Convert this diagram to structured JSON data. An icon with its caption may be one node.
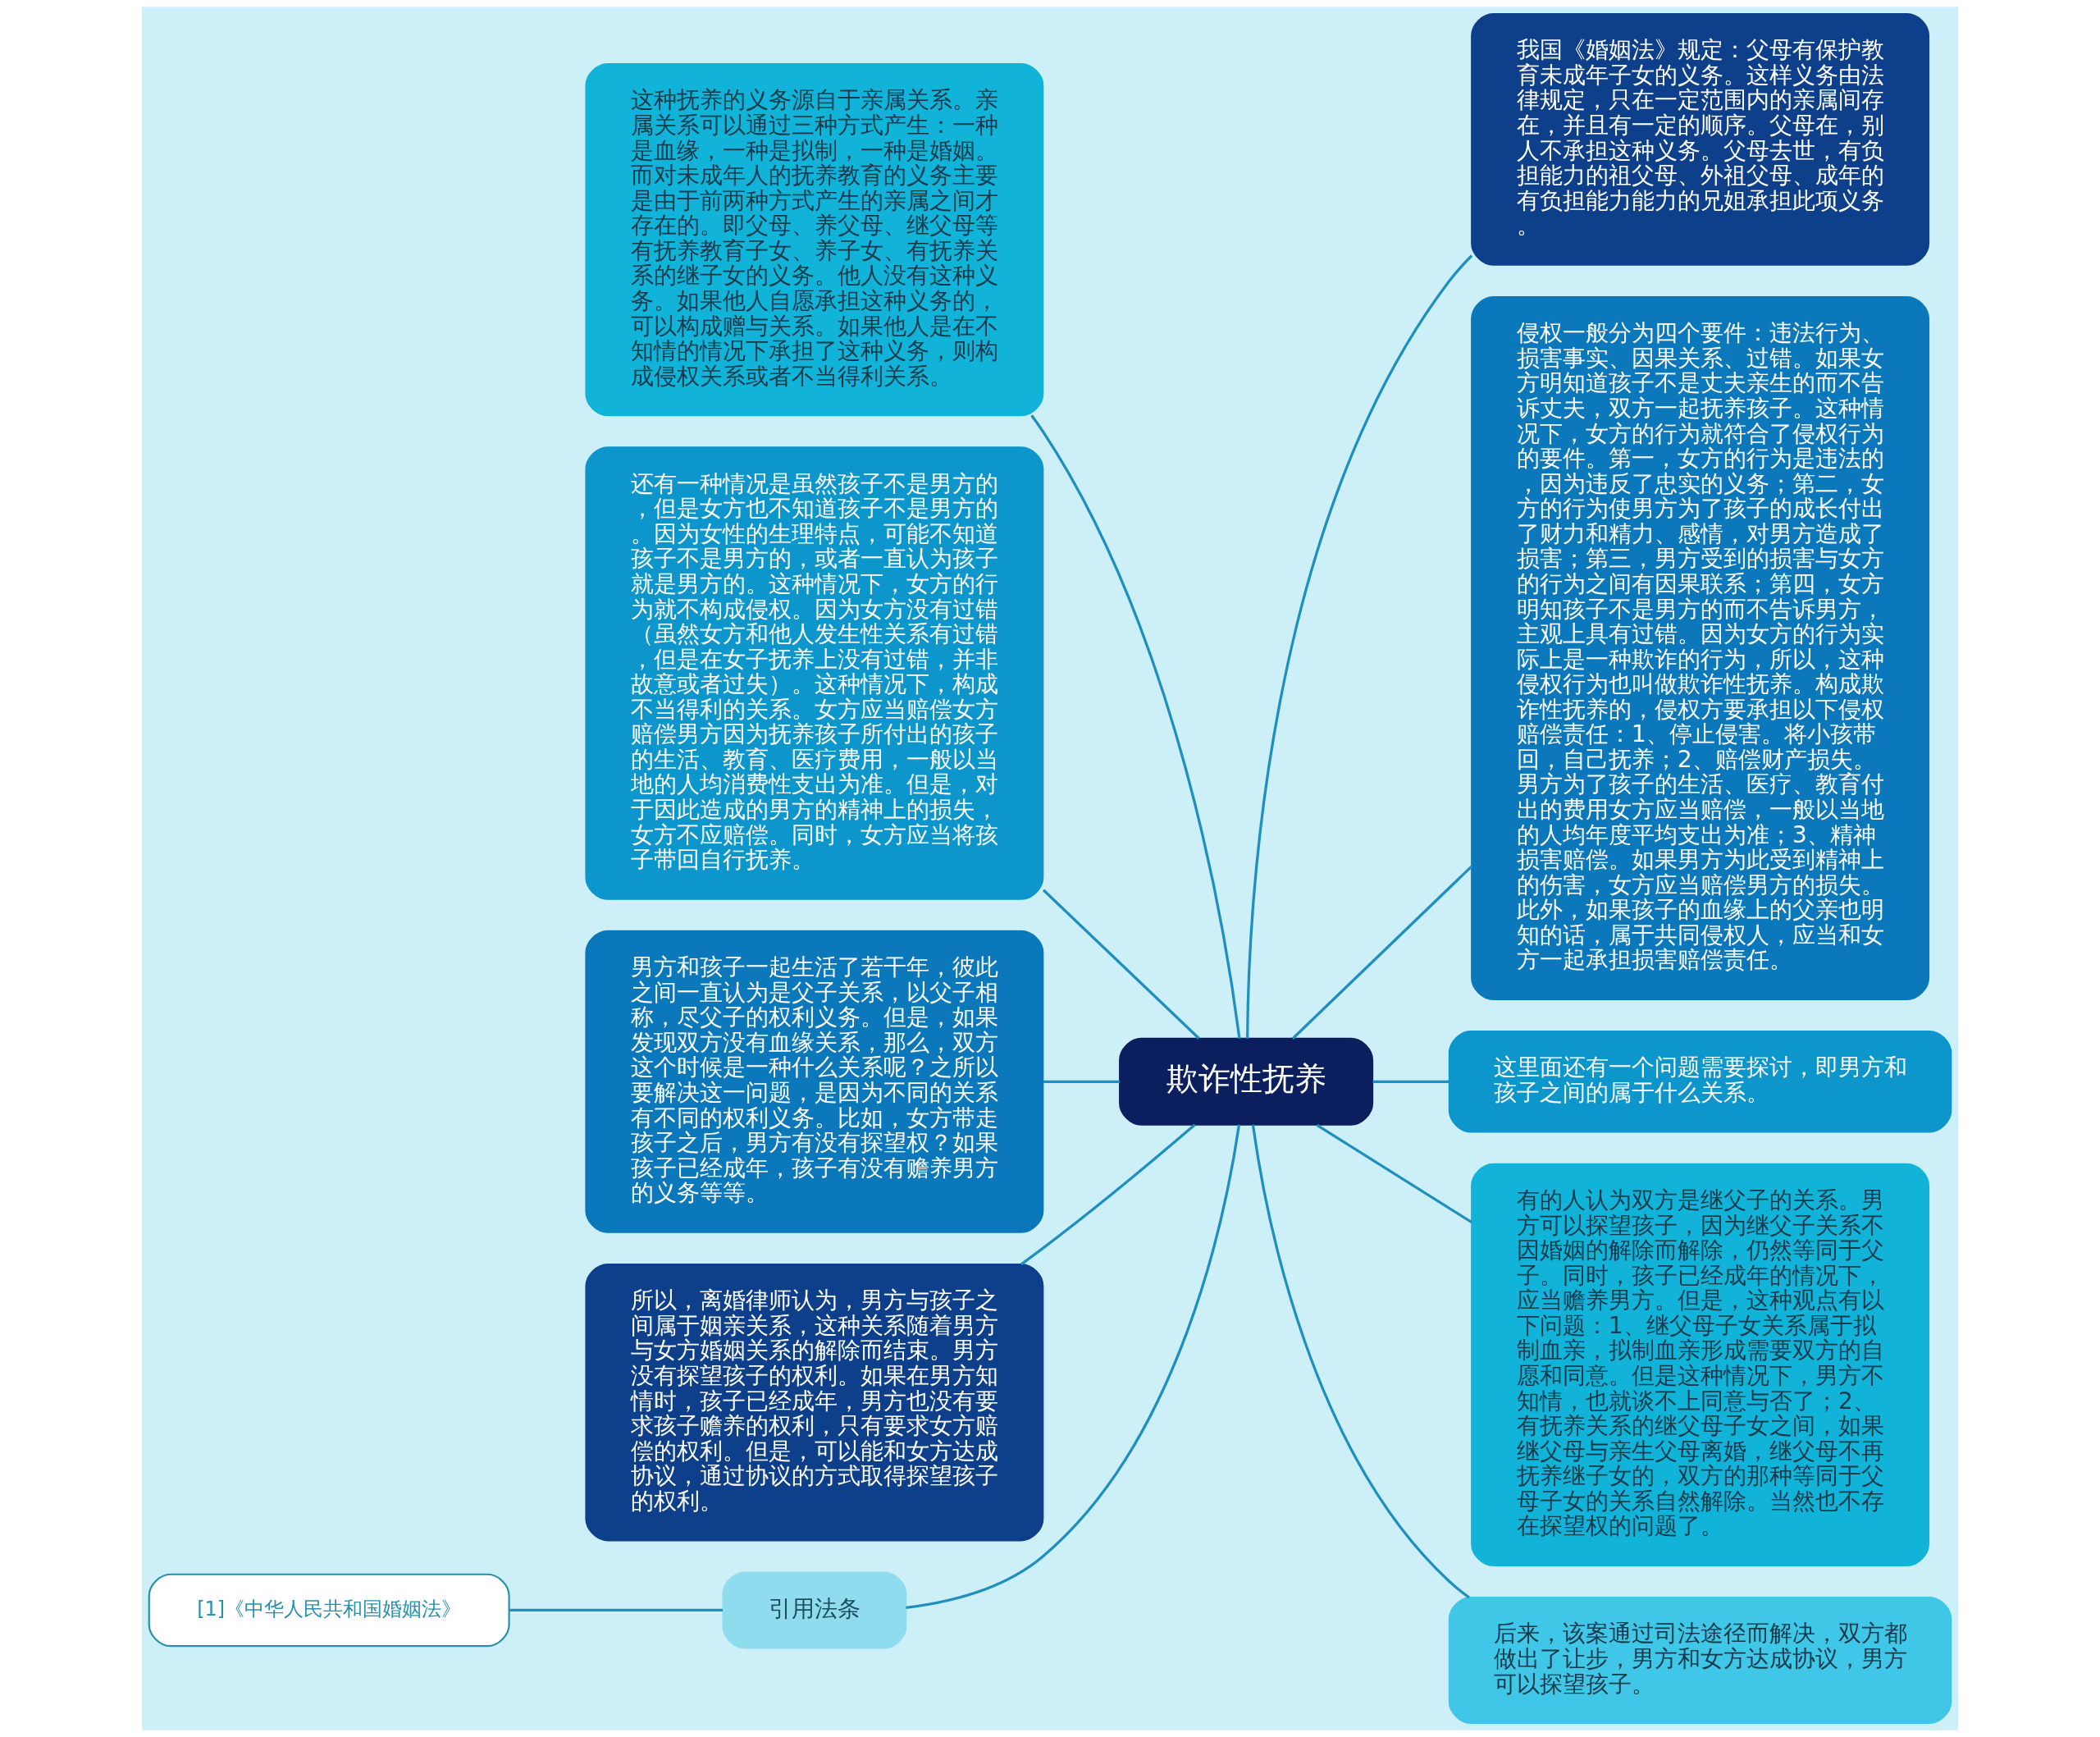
{
  "diagram": {
    "nodes": [
      {
        "text": [
          "欺诈性抚养"
        ]
      },
      {
        "text": [
          "这种抚养的义务源自于亲属关系。亲属关系可以通过三种方式产生：一种是血缘，一种是拟制，一种是婚姻。而对未成年人的抚养教育的义务主要是由于前两种方式产生的亲属之间才存在的。即父母、养父母、继父母等有抚养教育子女、养子女、有抚养关系的继子女的义务。他人没有这种义务。如果他人自愿承担这种义务的，可以构成赠与关系。如果他人是在不知情的情况下承担了这种义务，则构成侵权关系或者不当得利关系。"
        ]
      },
      {
        "text": [
          "还有一种情况是虽然孩子不是男方的，但是女方也不知道孩子不是男方的。因为女性的生理特点，可能不知道孩子不是男方的，或者一直认为孩子就是男方的。这种情况下，女方的行为就不构成侵权。因为女方没有过错（虽然女方和他人发生性关系有过错，但是在女子抚养上没有过错，并非故意或者过失）。这种情况下，构成不当得利的关系。女方应当赔偿女方赔偿男方因为抚养孩子所付出的孩子的生活、教育、医疗费用，一般以当地的人均消费性支出为准。但是，对于因此造成的男方的精神上的损失，女方不应赔偿。同时，女方应当将孩子带回自行抚养。"
        ]
      },
      {
        "text": [
          "男方和孩子一起生活了若干年，彼此之间一直认为是父子关系，以父子相称，尽父子的权利义务。但是，如果发现双方没有血缘关系，那么，双方这个时候是一种什么关系呢？之所以要解决这一问题，是因为不同的关系有不同的权利义务。比如，女方带走孩子之后，男方有没有探望权？如果孩子已经成年，孩子有没有赡养男方的义务等等。"
        ]
      },
      {
        "text": [
          "所以，离婚律师认为，男方与孩子之间属于姻亲关系，这种关系随着男方与女方婚姻关系的解除而结束。男方没有探望孩子的权利。如果在男方知情时，孩子已经成年，男方也没有要求孩子赡养的权利，只有要求女方赔偿的权利。但是，可以能和女方达成协议，通过协议的方式取得探望孩子的权利。"
        ]
      },
      {
        "text": [
          "引用法条"
        ]
      },
      {
        "text": [
          "[1]《中华人民共和国婚姻法》"
        ]
      },
      {
        "text": [
          "我国《婚姻法》规定：父母有保护教育未成年子女的义务。这样义务由法律规定，只在一定范围内的亲属间存在，并且有一定的顺序。父母在，别人不承担这种义务。父母去世，有负担能力的祖父母、外祖父母、成年的有负担能力能力的兄姐承担此项义务。"
        ]
      },
      {
        "text": [
          "侵权一般分为四个要件：违法行为、损害事实、因果关系、过错。如果女方明知道孩子不是丈夫亲生的而不告诉丈夫，双方一起抚养孩子。这种情况下，女方的行为就符合了侵权行为的要件。第一，女方的行为是违法的，因为违反了忠实的义务；第二，女方的行为使男方为了孩子的成长付出了财力和精力、感情，对男方造成了损害；第三，男方受到的损害与女方的行为之间有因果联系；第四，女方明知孩子不是男方的而不告诉男方，主观上具有过错。因为女方的行为实际上是一种欺诈的行为，所以，这种侵权行为也叫做欺诈性抚养。构成欺诈性抚养的，侵权方要承担以下侵权赔偿责任：1、停止侵害。将小孩带回，自己抚养；2、赔偿财产损失。男方为了孩子的生活、医疗、教育付出的费用女方应当赔偿，一般以当地的人均年度平均支出为准；3、精神损害赔偿。如果男方为此受到精神上的伤害，女方应当赔偿男方的损失。此外，如果孩子的血缘上的父亲也明知的话，属于共同侵权人，应当和女方一起承担损害赔偿责任。"
        ]
      },
      {
        "text": [
          "这里面还有一个问题需要探讨，即男方和孩子之间的属于什么关系。"
        ]
      },
      {
        "text": [
          "有的人认为双方是继父子的关系。男方可以探望孩子，因为继父子关系不因婚姻的解除而解除，仍然等同于父子。同时，孩子已经成年的情况下，应当赡养男方。但是，这种观点有以下问题：1、继父母子女关系属于拟制血亲，拟制血亲形成需要双方的自愿和同意。但是这种情况下，男方不知情，也就谈不上同意与否了；2、有抚养关系的继父母子女之间，如果继父母与亲生父母离婚，继父母不再抚养继子女的，双方的那种等同于父母子女的关系自然解除。当然也不存在探望权的问题了。"
        ]
      },
      {
        "text": [
          "后来，该案通过司法途径而解决，双方都做出了让步，男方和女方达成协议，男方可以探望孩子。"
        ]
      }
    ],
    "edges": [
      {
        "from": 0,
        "to": 1,
        "arrow": "none"
      },
      {
        "from": 0,
        "to": 2,
        "arrow": "none"
      },
      {
        "from": 0,
        "to": 3,
        "arrow": "none"
      },
      {
        "from": 0,
        "to": 4,
        "arrow": "none"
      },
      {
        "from": 0,
        "to": 5,
        "arrow": "none"
      },
      {
        "from": 5,
        "to": 6,
        "arrow": "none"
      },
      {
        "from": 0,
        "to": 7,
        "arrow": "none"
      },
      {
        "from": 0,
        "to": 8,
        "arrow": "none"
      },
      {
        "from": 0,
        "to": 9,
        "arrow": "none"
      },
      {
        "from": 0,
        "to": 10,
        "arrow": "none"
      },
      {
        "from": 0,
        "to": 11,
        "arrow": "none"
      }
    ]
  }
}
